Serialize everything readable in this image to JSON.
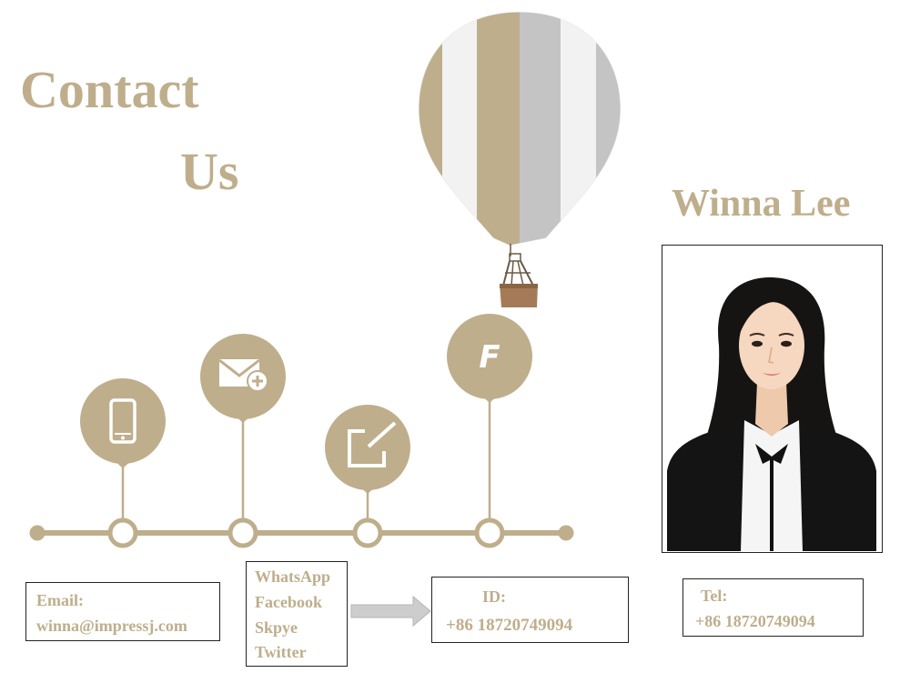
{
  "header": {
    "line1": "Contact",
    "line2": "Us"
  },
  "person": {
    "name": "Winna Lee"
  },
  "colors": {
    "accent": "#bfae8c",
    "balloon_gray": "#c4c4c4",
    "balloon_white": "#f2f2f2",
    "basket": "#a47b56"
  },
  "timeline": {
    "icons": [
      "phone-icon",
      "mail-add-icon",
      "edit-icon",
      "facebook-icon"
    ],
    "facebook_glyph": "F"
  },
  "contact": {
    "email_label": "Email:",
    "email_value": "winna@impressj.com",
    "apps": [
      "WhatsApp",
      "Facebook",
      "Skpye",
      "Twitter"
    ],
    "id_label": "ID:",
    "id_value": "+86 18720749094",
    "tel_label": "Tel:",
    "tel_value": "+86 18720749094"
  }
}
